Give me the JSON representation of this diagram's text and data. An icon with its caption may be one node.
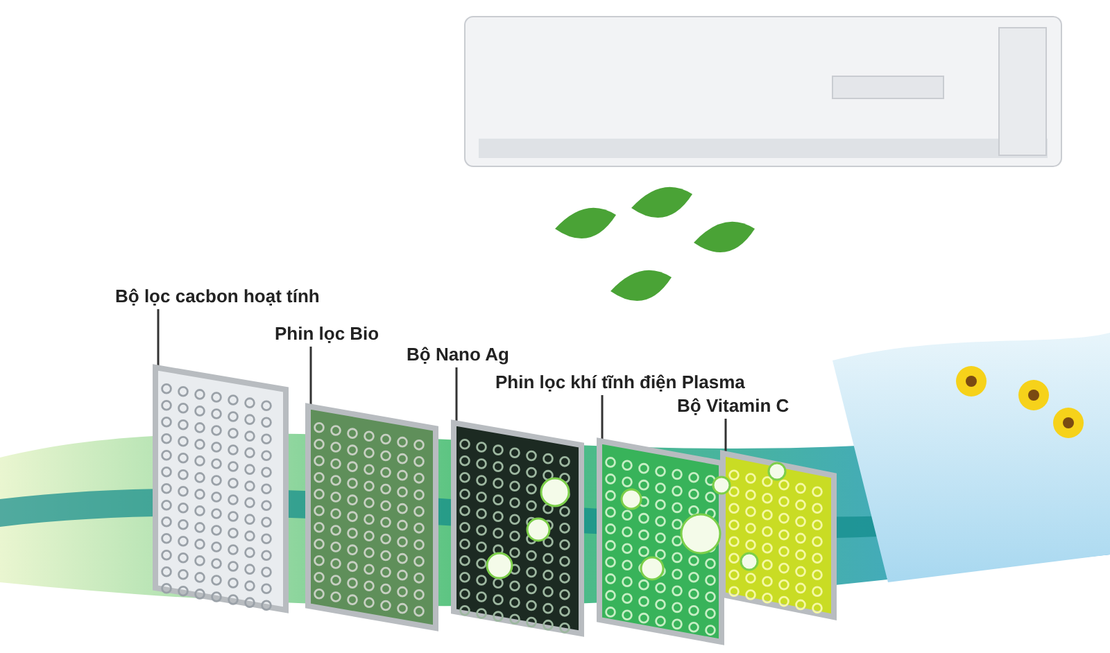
{
  "diagram": {
    "nodes": [
      {
        "text": [
          "Bộ lọc cacbon hoạt tính"
        ]
      },
      {
        "text": [
          "Phin lọc Bio"
        ]
      },
      {
        "text": [
          "Bộ Nano Ag"
        ]
      },
      {
        "text": [
          "Phin lọc khí tĩnh điện Plasma"
        ]
      },
      {
        "text": [
          "Bộ Vitamin C"
        ]
      },
      {
        "text": [],
        "shape": "box"
      },
      {
        "text": [],
        "shape": "box"
      },
      {
        "text": [],
        "shape": "box"
      },
      {
        "text": [],
        "shape": "box"
      },
      {
        "text": [],
        "shape": "box"
      }
    ],
    "edges": [
      {
        "from": 0,
        "to": 5,
        "arrow": "none"
      },
      {
        "from": 1,
        "to": 6,
        "arrow": "none"
      },
      {
        "from": 2,
        "to": 7,
        "arrow": "none"
      },
      {
        "from": 3,
        "to": 8,
        "arrow": "none"
      },
      {
        "from": 4,
        "to": 9,
        "arrow": "none"
      }
    ]
  }
}
